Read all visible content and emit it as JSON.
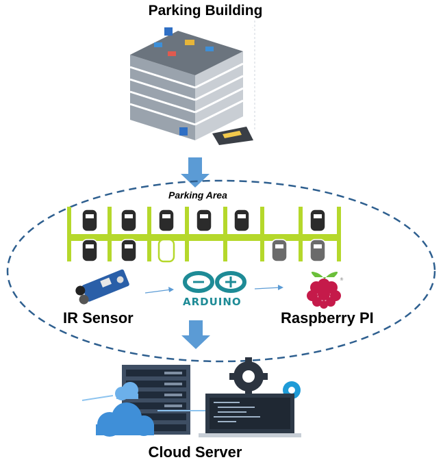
{
  "titles": {
    "building": "Parking Building",
    "area": "Parking Area",
    "ir_sensor": "IR Sensor",
    "arduino": "ARDUINO",
    "raspberry": "Raspberry PI",
    "cloud": "Cloud Server"
  },
  "icons": [
    "building-icon",
    "ir-sensor-icon",
    "arduino-icon",
    "raspberry-pi-icon",
    "server-icon",
    "cloud-icon",
    "gear-icon",
    "monitor-icon"
  ],
  "colors": {
    "lot_lines": "#b5d82b",
    "ellipse": "#2e5f8f",
    "arrow": "#5b9bd5",
    "arduino": "#1e8b96",
    "raspberry": "#c51a4a"
  }
}
